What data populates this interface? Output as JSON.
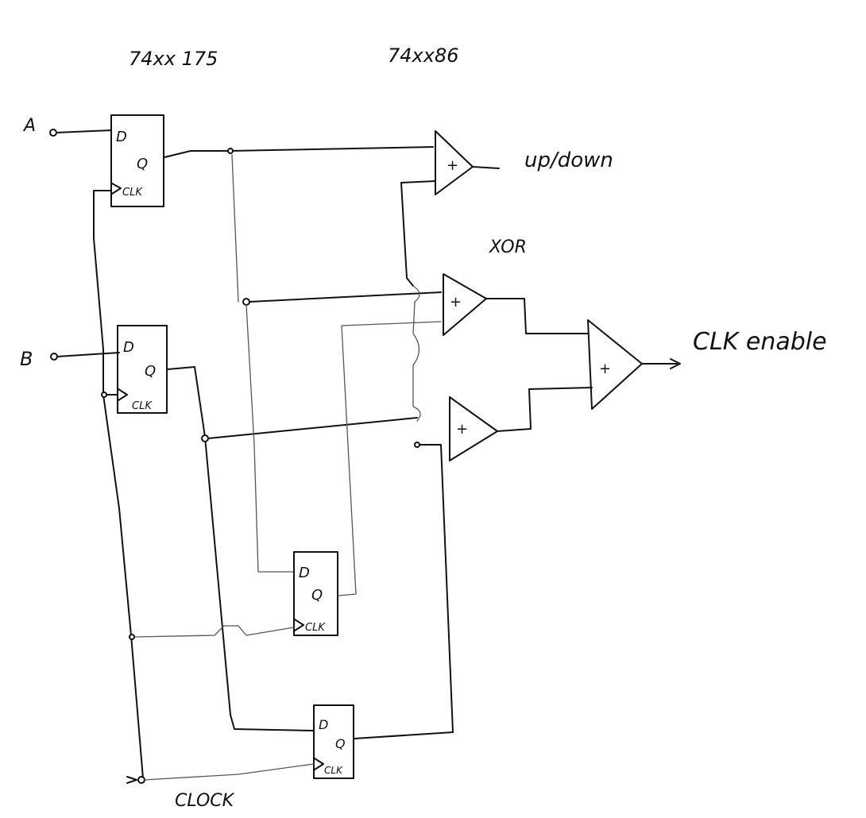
{
  "chip_labels": {
    "flipflop_chip": "74xx 175",
    "xor_chip": "74xx86"
  },
  "inputs": {
    "a": "A",
    "b": "B",
    "clock": "CLOCK"
  },
  "outputs": {
    "up_down": "up/down",
    "clk_enable": "CLK enable"
  },
  "gate_group_label": "XOR",
  "flipflop_pins": {
    "d": "D",
    "q": "Q",
    "clk": "CLK"
  },
  "gate_symbol": "+"
}
